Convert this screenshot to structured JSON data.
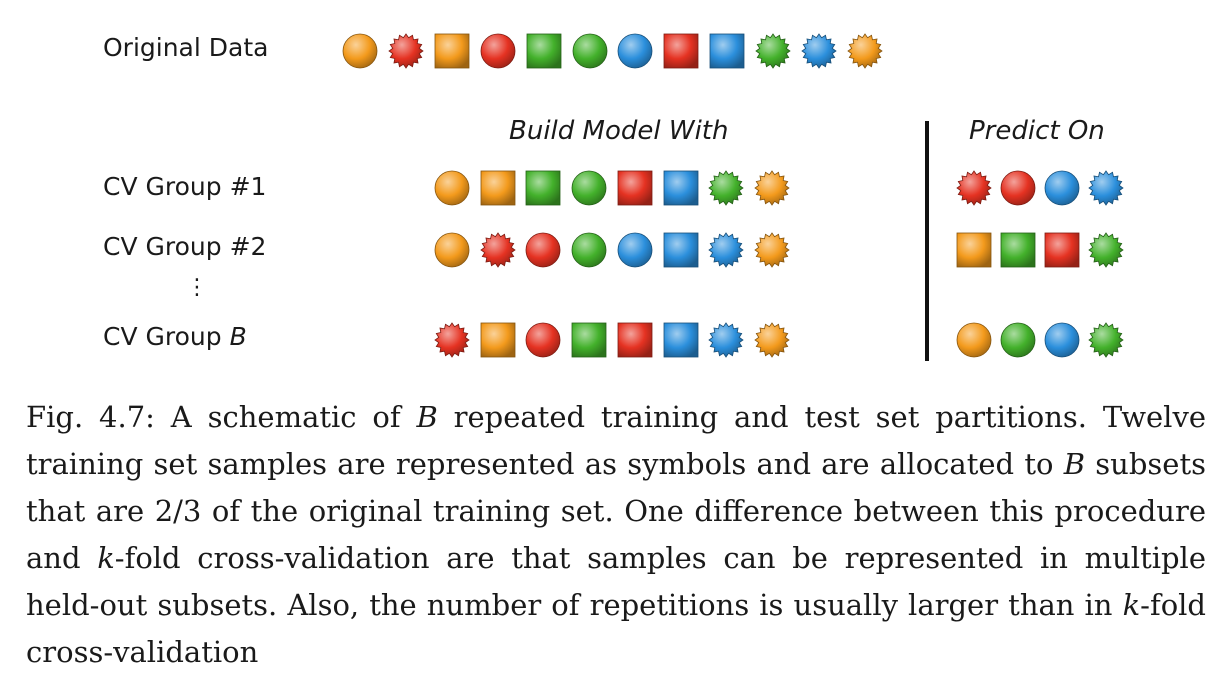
{
  "labels": {
    "original": "Original Data",
    "build_header": "Build Model With",
    "predict_header": "Predict On",
    "group1": "CV Group #1",
    "group2": "CV Group #2",
    "groupB_prefix": "CV Group ",
    "groupB_var": "B",
    "vdots": "⋮"
  },
  "colors": {
    "orange": "#f39a1c",
    "red": "#e53222",
    "green": "#43b12b",
    "blue": "#2b8fdc"
  },
  "symbols": {
    "original": [
      [
        "circle",
        "orange"
      ],
      [
        "star",
        "red"
      ],
      [
        "square",
        "orange"
      ],
      [
        "circle",
        "red"
      ],
      [
        "square",
        "green"
      ],
      [
        "circle",
        "green"
      ],
      [
        "circle",
        "blue"
      ],
      [
        "square",
        "red"
      ],
      [
        "square",
        "blue"
      ],
      [
        "star",
        "green"
      ],
      [
        "star",
        "blue"
      ],
      [
        "star",
        "orange"
      ]
    ],
    "group1_build": [
      [
        "circle",
        "orange"
      ],
      [
        "square",
        "orange"
      ],
      [
        "square",
        "green"
      ],
      [
        "circle",
        "green"
      ],
      [
        "square",
        "red"
      ],
      [
        "square",
        "blue"
      ],
      [
        "star",
        "green"
      ],
      [
        "star",
        "orange"
      ]
    ],
    "group1_predict": [
      [
        "star",
        "red"
      ],
      [
        "circle",
        "red"
      ],
      [
        "circle",
        "blue"
      ],
      [
        "star",
        "blue"
      ]
    ],
    "group2_build": [
      [
        "circle",
        "orange"
      ],
      [
        "star",
        "red"
      ],
      [
        "circle",
        "red"
      ],
      [
        "circle",
        "green"
      ],
      [
        "circle",
        "blue"
      ],
      [
        "square",
        "blue"
      ],
      [
        "star",
        "blue"
      ],
      [
        "star",
        "orange"
      ]
    ],
    "group2_predict": [
      [
        "square",
        "orange"
      ],
      [
        "square",
        "green"
      ],
      [
        "square",
        "red"
      ],
      [
        "star",
        "green"
      ]
    ],
    "groupB_build": [
      [
        "star",
        "red"
      ],
      [
        "square",
        "orange"
      ],
      [
        "circle",
        "red"
      ],
      [
        "square",
        "green"
      ],
      [
        "square",
        "red"
      ],
      [
        "square",
        "blue"
      ],
      [
        "star",
        "blue"
      ],
      [
        "star",
        "orange"
      ]
    ],
    "groupB_predict": [
      [
        "circle",
        "orange"
      ],
      [
        "circle",
        "green"
      ],
      [
        "circle",
        "blue"
      ],
      [
        "star",
        "green"
      ]
    ]
  },
  "caption": {
    "t1": "Fig. 4.7: A schematic of ",
    "v1": "B",
    "t2": " repeated training and test set partitions. Twelve training set samples are represented as symbols and are allocated to ",
    "v2": "B",
    "t3": " subsets that are 2/3 of the original training set. One difference between this procedure and ",
    "v3": "k",
    "t4": "-fold cross-validation are that samples can be represented in multiple held-out subsets. Also, the number of repetitions is usually larger than in ",
    "v4": "k",
    "t5": "-fold cross-validation"
  }
}
